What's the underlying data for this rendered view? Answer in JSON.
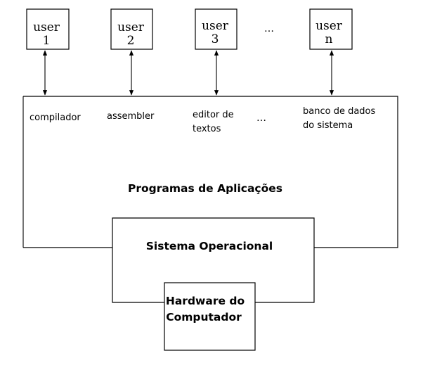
{
  "users": [
    {
      "line1": "user",
      "line2": "1"
    },
    {
      "line1": "user",
      "line2": "2"
    },
    {
      "line1": "user",
      "line2": "3"
    },
    {
      "line1": "user",
      "line2": "n"
    }
  ],
  "users_ellipsis": "…",
  "applications": [
    {
      "line1": "compilador",
      "line2": ""
    },
    {
      "line1": "assembler",
      "line2": ""
    },
    {
      "line1": "editor de",
      "line2": "textos"
    },
    {
      "line1": "banco de dados",
      "line2": "do sistema"
    }
  ],
  "applications_ellipsis": "…",
  "layers": {
    "applications_label": "Programas de Aplicações",
    "os_label": "Sistema Operacional",
    "hardware_line1": "Hardware do",
    "hardware_line2": "Computador"
  }
}
